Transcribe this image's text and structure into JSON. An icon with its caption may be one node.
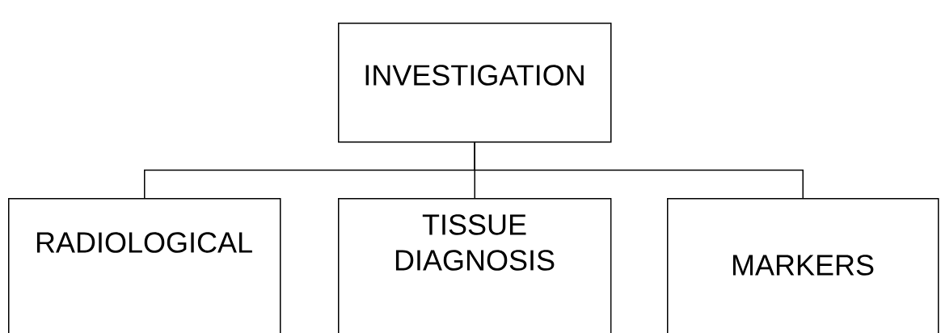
{
  "diagram": {
    "nodes": [
      {
        "text": [
          "INVESTIGATION"
        ]
      },
      {
        "text": [
          "RADIOLOGICAL"
        ]
      },
      {
        "text": [
          "TISSUE DIAGNOSIS"
        ]
      },
      {
        "text": [
          "MARKERS"
        ]
      }
    ],
    "edges": [
      {
        "from": 0,
        "to": 1,
        "arrow": "none"
      },
      {
        "from": 0,
        "to": 2,
        "arrow": "none"
      },
      {
        "from": 0,
        "to": 3,
        "arrow": "none"
      }
    ]
  }
}
